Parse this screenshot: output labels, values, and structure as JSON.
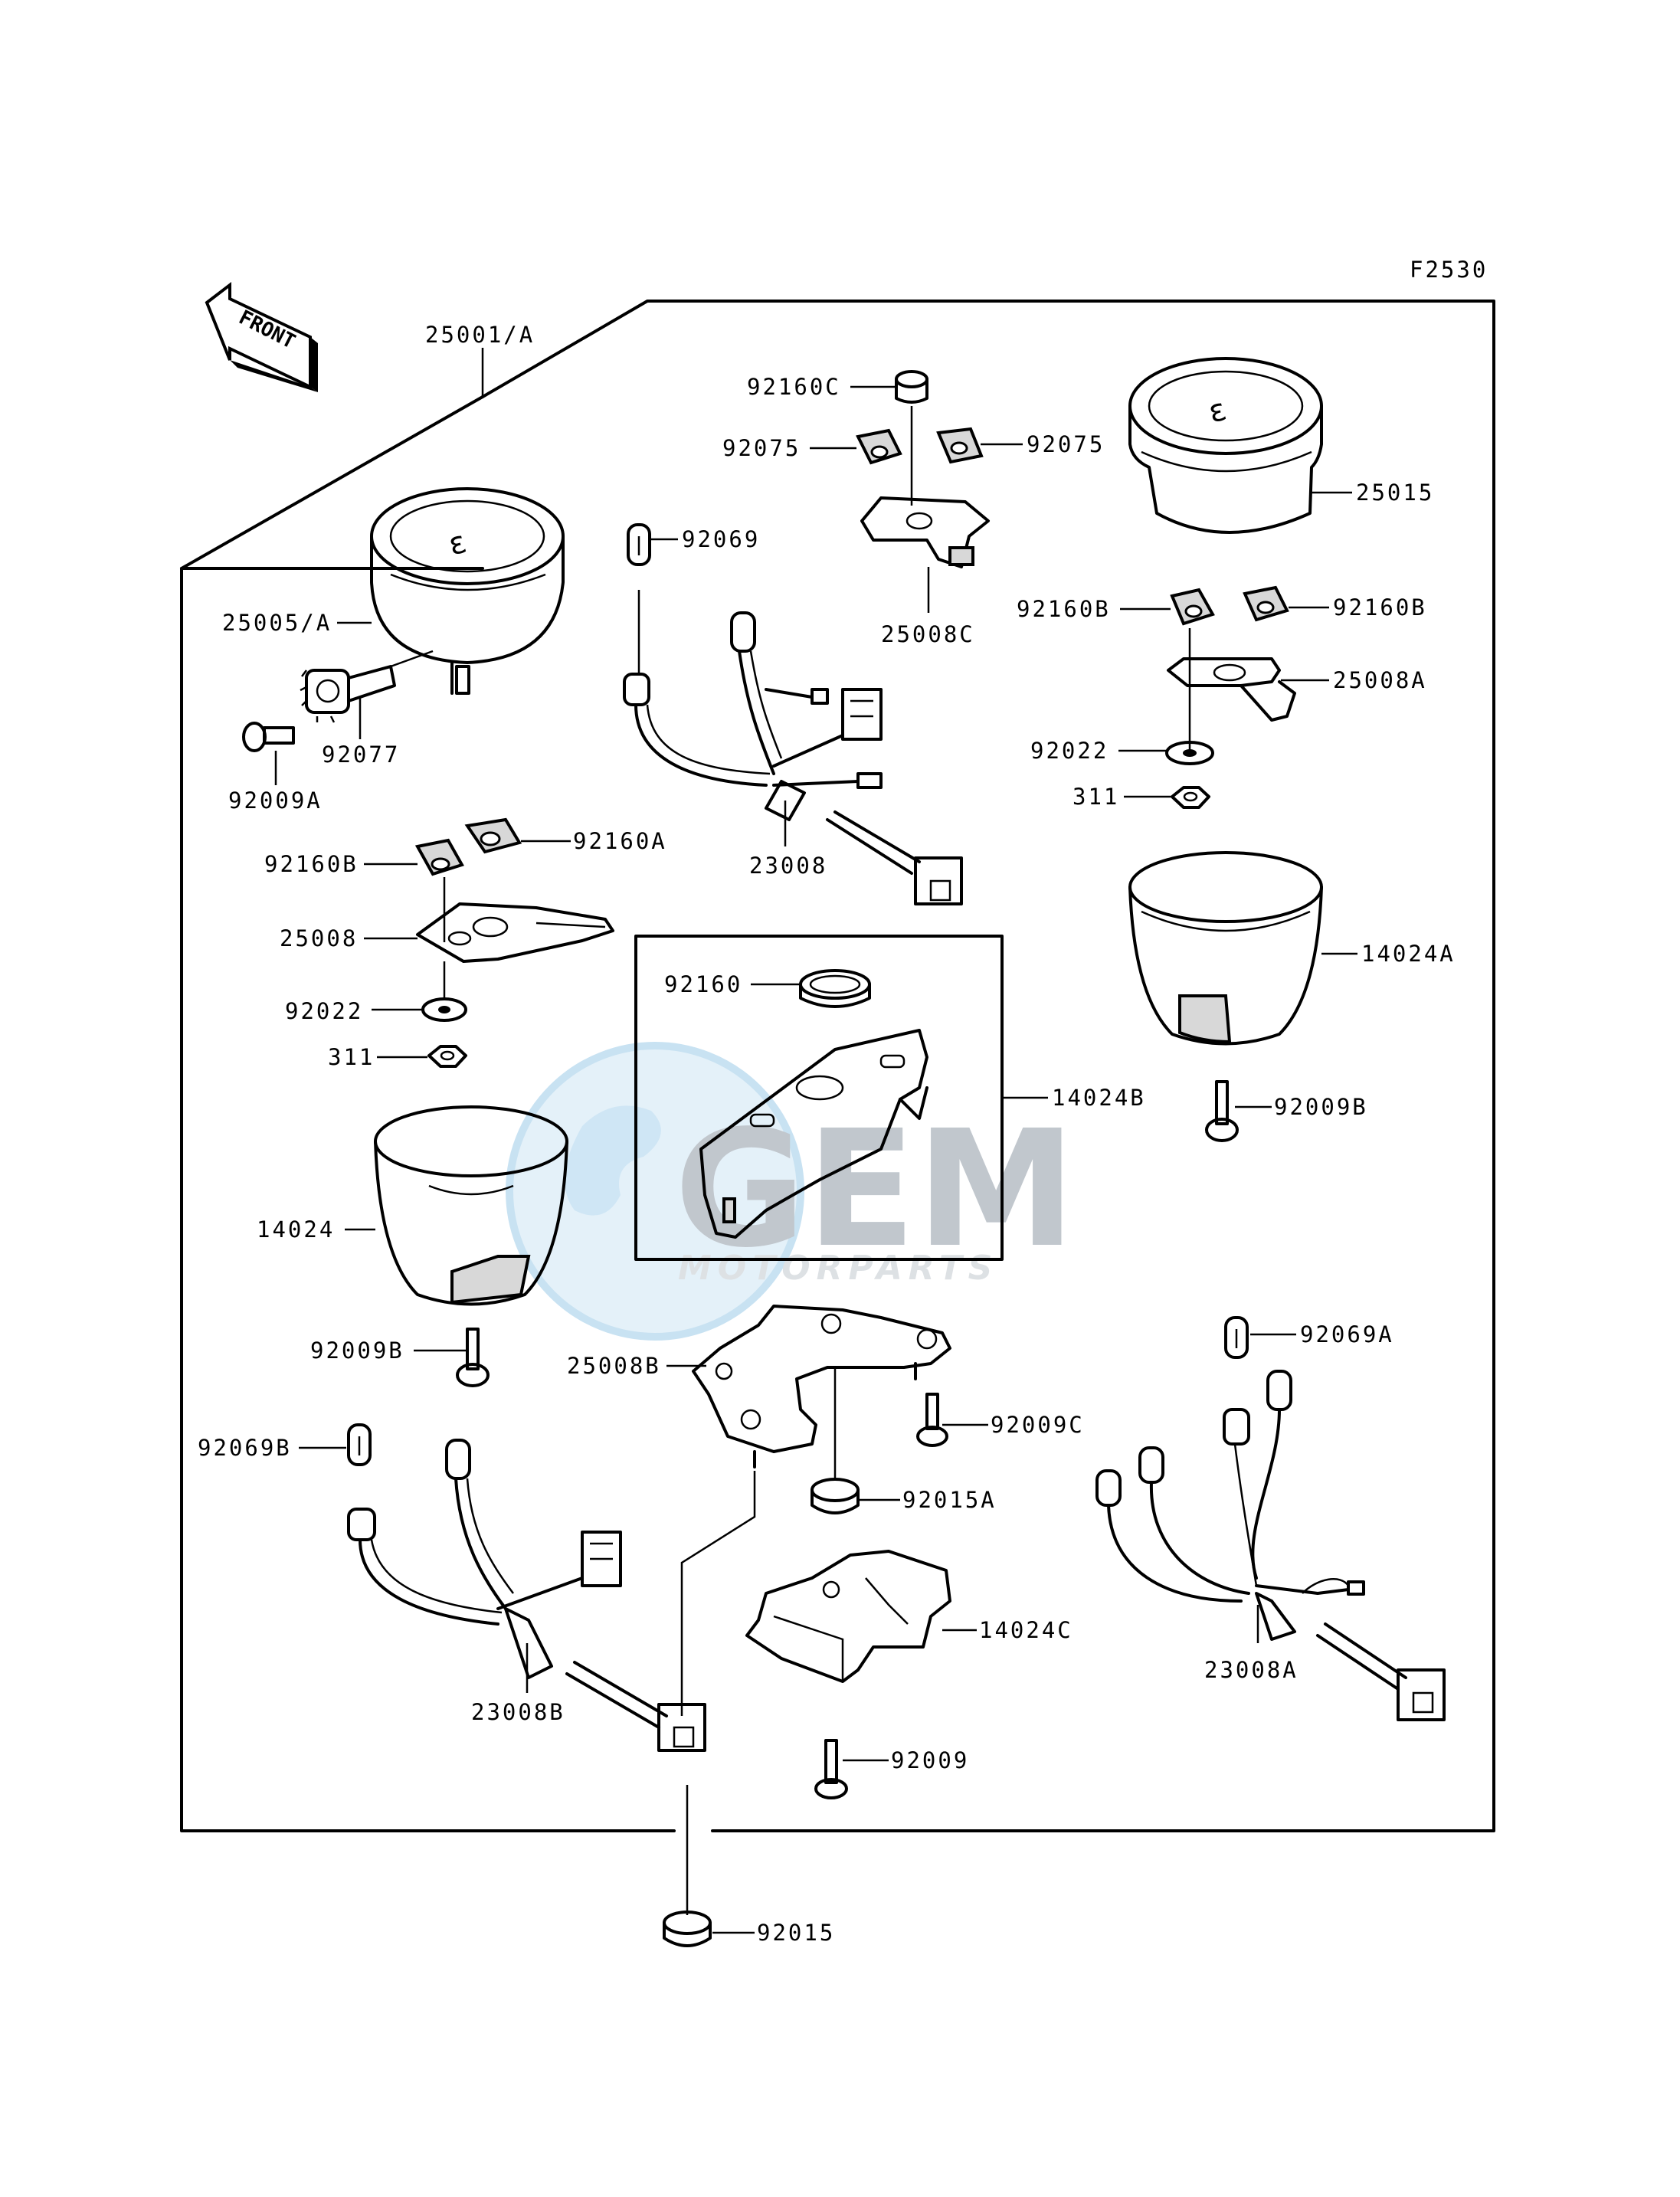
{
  "figure_code": "F2530",
  "direction_badge": "FRONT",
  "watermark": {
    "brand": "GEM",
    "subtitle": "MOTORPARTS"
  },
  "labels": {
    "p25001A": "25001/A",
    "p25005A": "25005/A",
    "p92077": "92077",
    "p92009A": "92009A",
    "p92160A": "92160A",
    "p92160B_left": "92160B",
    "p25008": "25008",
    "p92022_left": "92022",
    "p311_left": "311",
    "p14024": "14024",
    "p92009B_left": "92009B",
    "p92069": "92069",
    "p23008": "23008",
    "p92160C": "92160C",
    "p92075_left": "92075",
    "p92075_right": "92075",
    "p25008C": "25008C",
    "p25015": "25015",
    "p92160B_r1": "92160B",
    "p92160B_r2": "92160B",
    "p25008A": "25008A",
    "p92022_right": "92022",
    "p311_right": "311",
    "p14024A": "14024A",
    "p92009B_right": "92009B",
    "p92160": "92160",
    "p14024B": "14024B",
    "p25008B": "25008B",
    "p92009C": "92009C",
    "p92015A": "92015A",
    "p14024C": "14024C",
    "p92009": "92009",
    "p92069A": "92069A",
    "p92069B": "92069B",
    "p23008B": "23008B",
    "p23008A": "23008A",
    "p92015": "92015"
  }
}
